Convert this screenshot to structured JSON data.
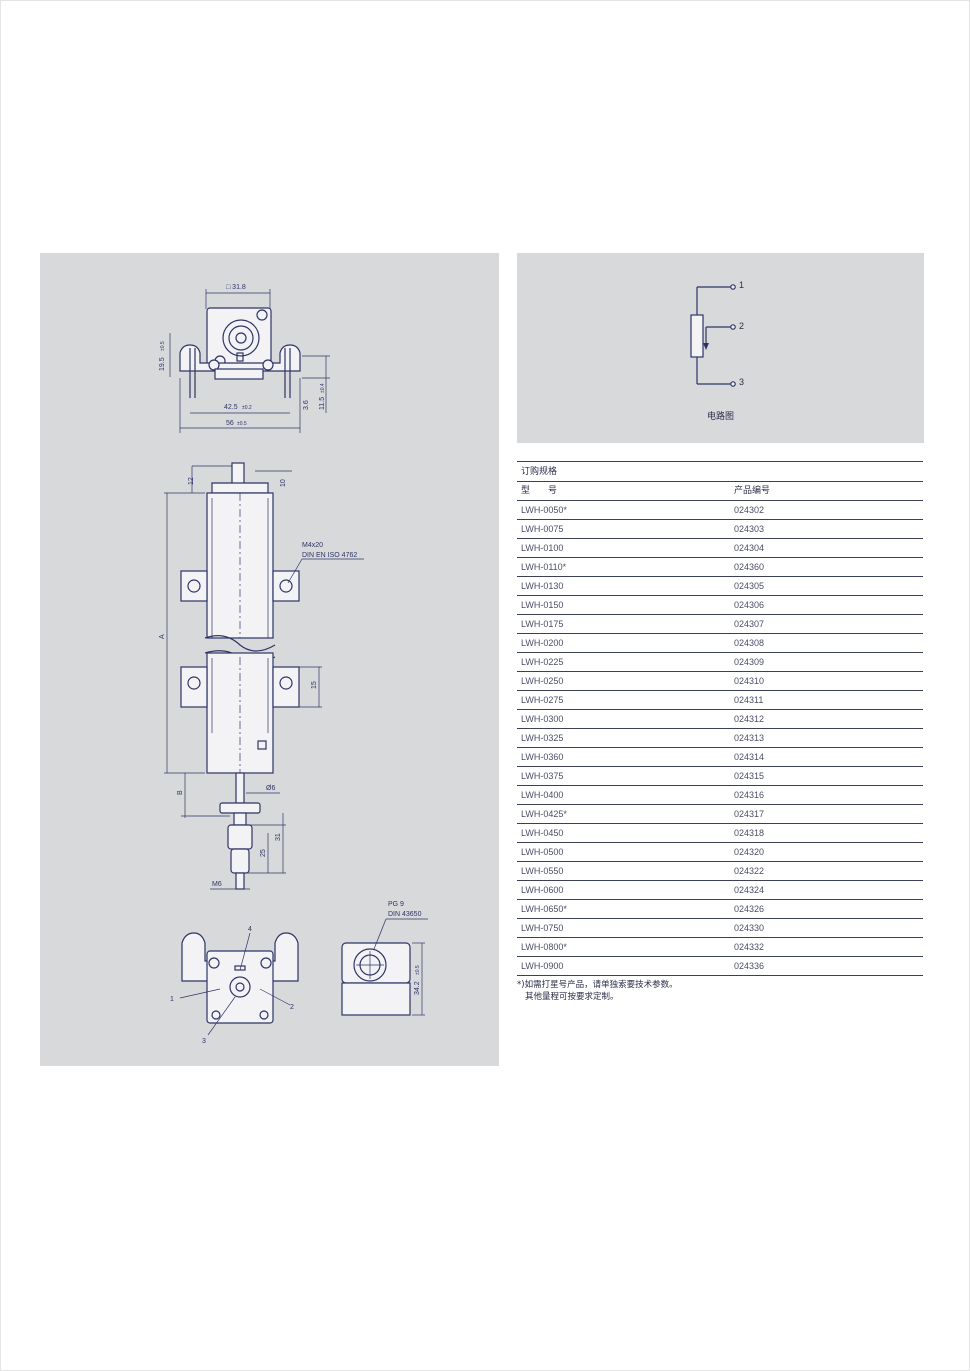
{
  "drawing": {
    "dim_square": "□ 31.8",
    "dim_height": "19.5",
    "dim_height_tol": "±0.5",
    "dim_width_inner": "42.5",
    "dim_width_inner_tol": "±0.2",
    "dim_width_outer": "56",
    "dim_width_outer_tol": "±0.5",
    "dim_thickness": "3.6",
    "dim_side": "11.5",
    "dim_side_tol": "±0.4",
    "dim_top_a": "12",
    "dim_top_b": "10",
    "dim_A": "A",
    "dim_B": "B",
    "dim_15": "15",
    "dim_rod": "Ø6",
    "dim_25": "25",
    "dim_31": "31",
    "dim_thread": "M6",
    "screw_line1": "M4x20",
    "screw_line2": "DIN EN ISO 4762",
    "pg_line1": "PG 9",
    "pg_line2": "DIN 43650",
    "dim_342": "34.2",
    "dim_342_tol": "±0.5",
    "pin_labels": [
      "1",
      "2",
      "3",
      "4"
    ]
  },
  "circuit": {
    "caption": "电路图",
    "pins": [
      "1",
      "2",
      "3"
    ]
  },
  "ordering": {
    "title": "订购规格",
    "headers": [
      "型　　号",
      "产品编号"
    ],
    "rows": [
      [
        "LWH-0050*",
        "024302"
      ],
      [
        "LWH-0075",
        "024303"
      ],
      [
        "LWH-0100",
        "024304"
      ],
      [
        "LWH-0110*",
        "024360"
      ],
      [
        "LWH-0130",
        "024305"
      ],
      [
        "LWH-0150",
        "024306"
      ],
      [
        "LWH-0175",
        "024307"
      ],
      [
        "LWH-0200",
        "024308"
      ],
      [
        "LWH-0225",
        "024309"
      ],
      [
        "LWH-0250",
        "024310"
      ],
      [
        "LWH-0275",
        "024311"
      ],
      [
        "LWH-0300",
        "024312"
      ],
      [
        "LWH-0325",
        "024313"
      ],
      [
        "LWH-0360",
        "024314"
      ],
      [
        "LWH-0375",
        "024315"
      ],
      [
        "LWH-0400",
        "024316"
      ],
      [
        "LWH-0425*",
        "024317"
      ],
      [
        "LWH-0450",
        "024318"
      ],
      [
        "LWH-0500",
        "024320"
      ],
      [
        "LWH-0550",
        "024322"
      ],
      [
        "LWH-0600",
        "024324"
      ],
      [
        "LWH-0650*",
        "024326"
      ],
      [
        "LWH-0750",
        "024330"
      ],
      [
        "LWH-0800*",
        "024332"
      ],
      [
        "LWH-0900",
        "024336"
      ]
    ],
    "footnote_1": "*)如需打星号产品，请单独索要技术参数。",
    "footnote_2": "其他量程可按要求定制。"
  }
}
